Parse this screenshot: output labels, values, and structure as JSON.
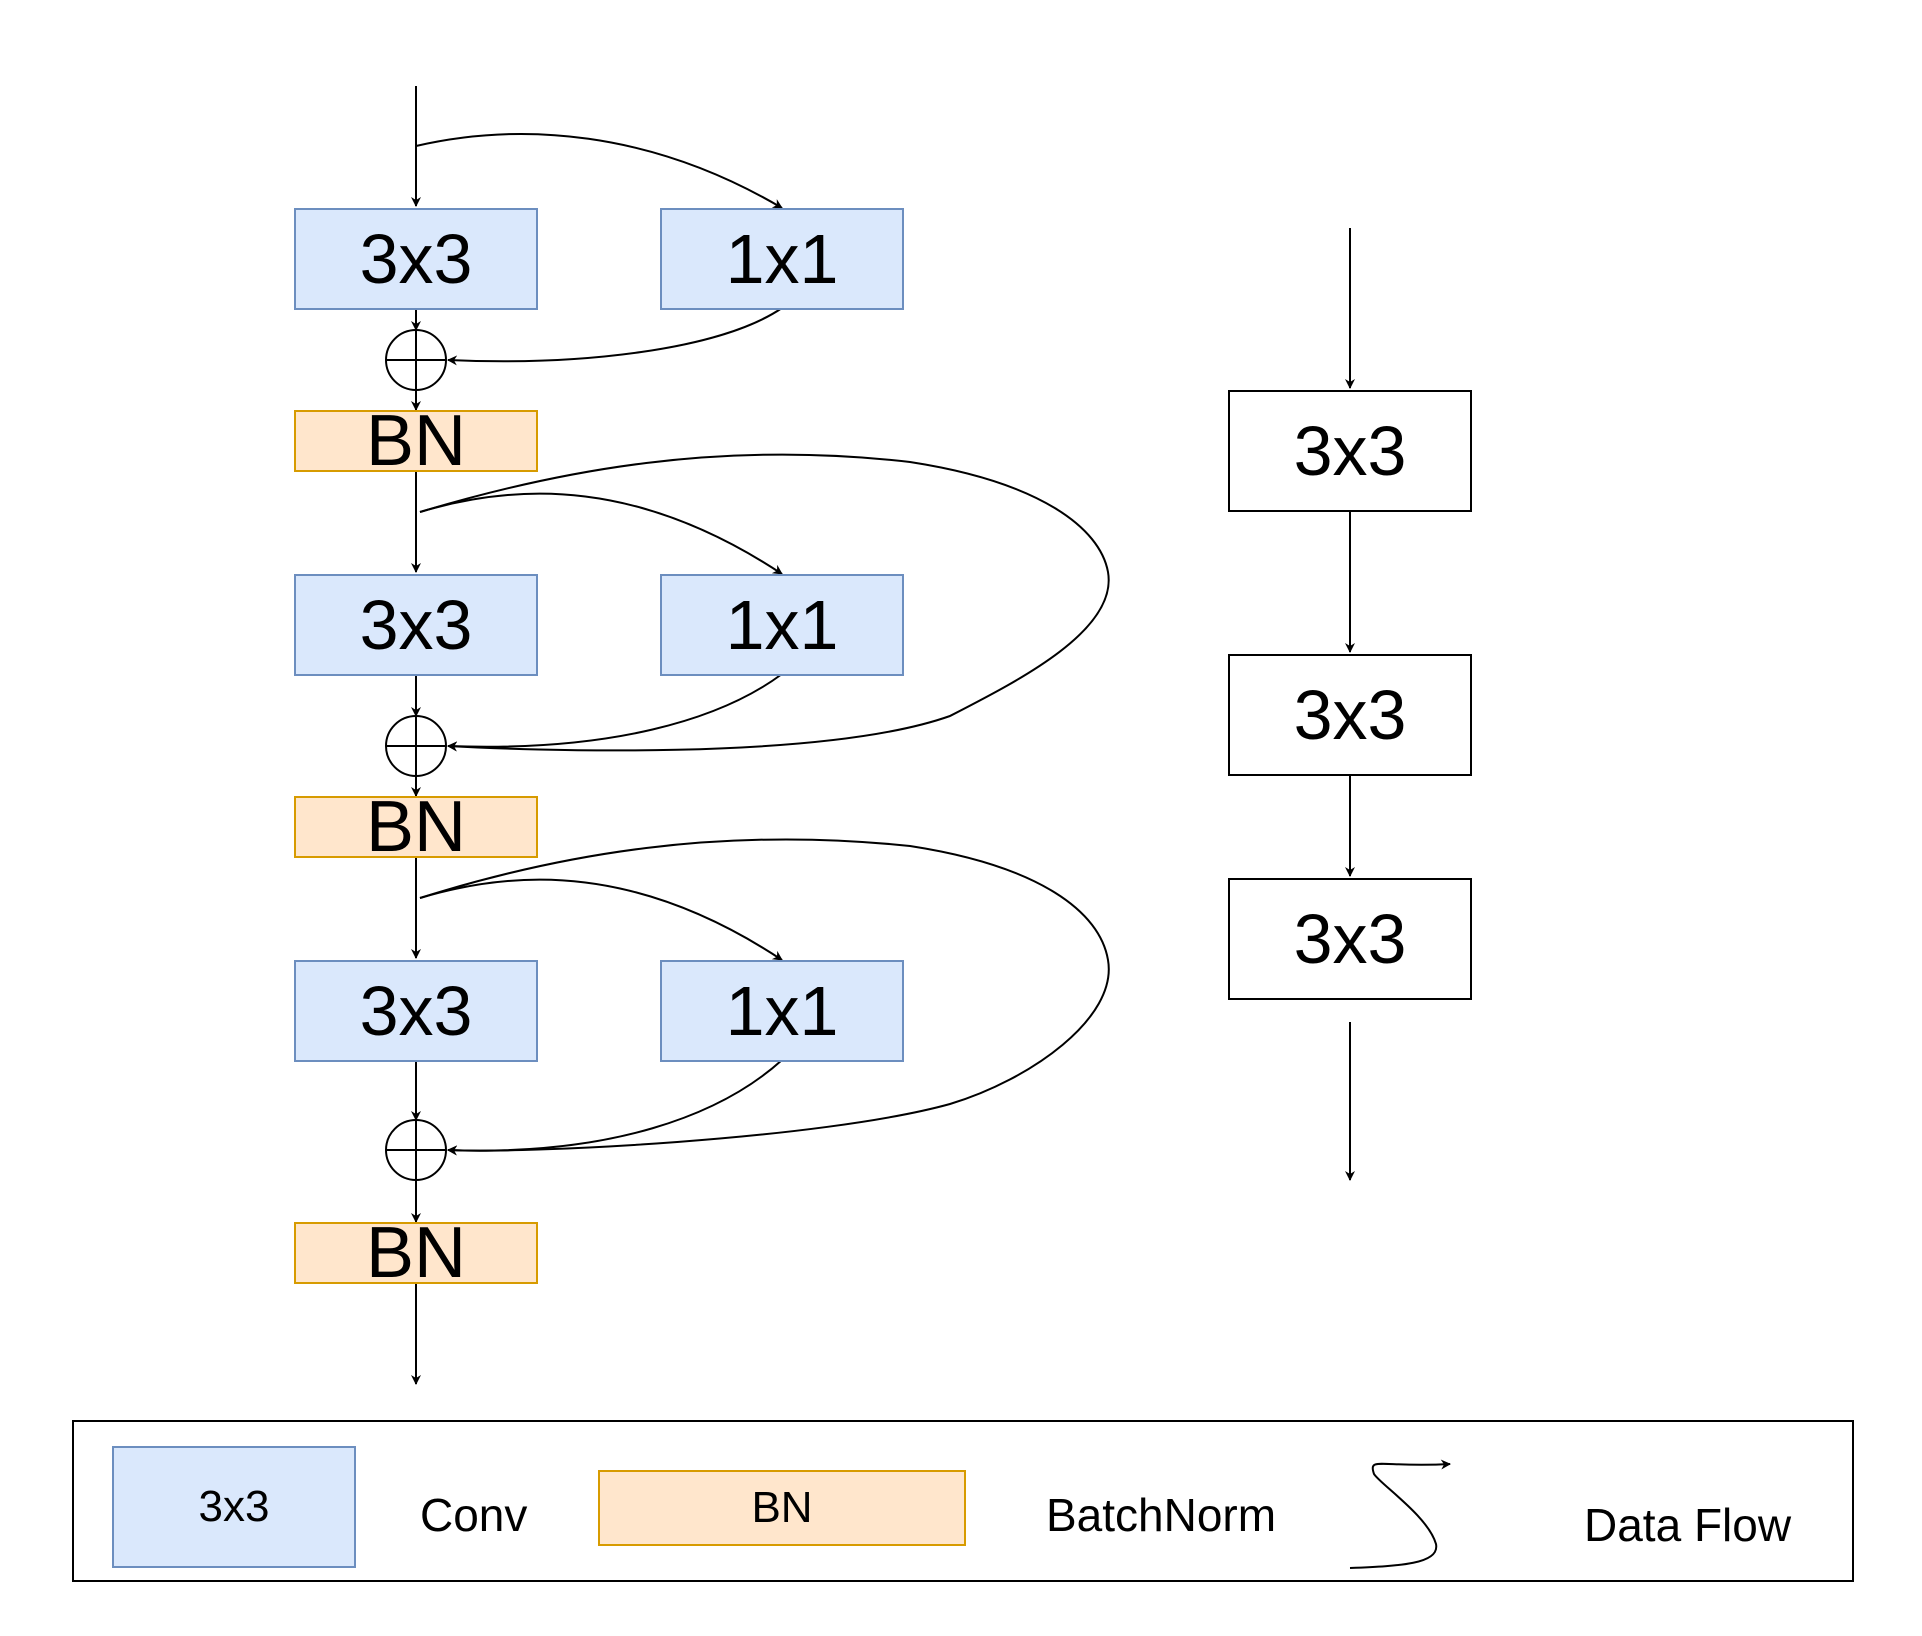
{
  "left_block": {
    "rows": [
      {
        "conv3_label": "3x3",
        "conv1_label": "1x1",
        "bn_label": "BN"
      },
      {
        "conv3_label": "3x3",
        "conv1_label": "1x1",
        "bn_label": "BN"
      },
      {
        "conv3_label": "3x3",
        "conv1_label": "1x1",
        "bn_label": "BN"
      }
    ]
  },
  "right_block": {
    "boxes": [
      "3x3",
      "3x3",
      "3x3"
    ]
  },
  "legend": {
    "conv_sample": "3x3",
    "conv_label": "Conv",
    "bn_sample": "BN",
    "bn_label": "BatchNorm",
    "flow_label": "Data Flow"
  },
  "colors": {
    "conv_fill": "#dae8fc",
    "conv_stroke": "#6c8ebf",
    "bn_fill": "#ffe6cc",
    "bn_stroke": "#d79b00",
    "line": "#000000"
  }
}
